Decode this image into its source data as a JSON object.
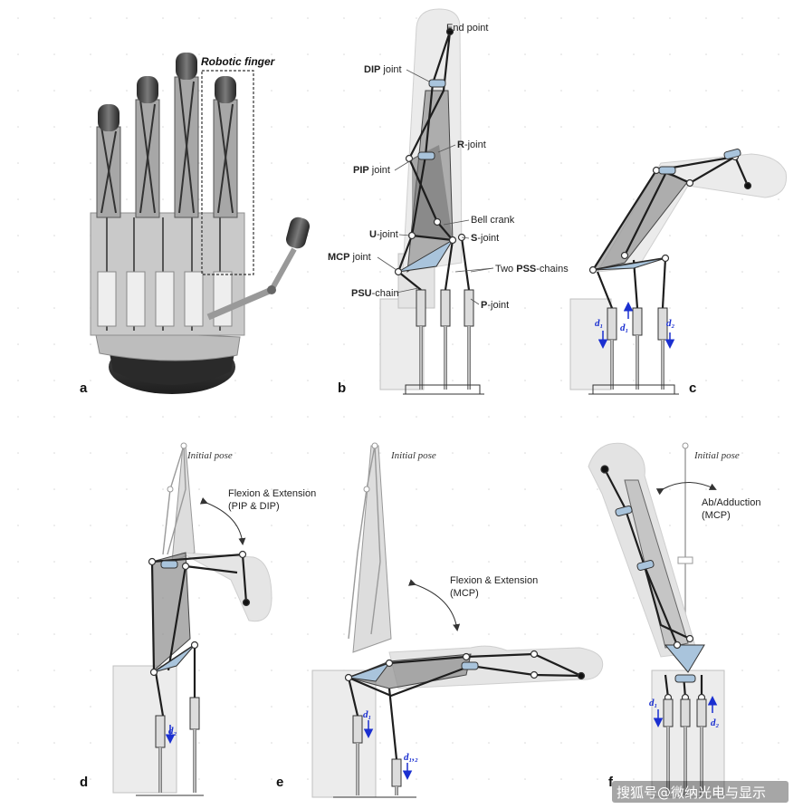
{
  "panel_letters": [
    "a",
    "b",
    "c",
    "d",
    "e",
    "f"
  ],
  "panel_a": {
    "title": "Robotic finger"
  },
  "panel_b": {
    "end_point": "End point",
    "dip_bold": "DIP",
    "dip_rest": " joint",
    "r_bold": "R",
    "r_rest": "-joint",
    "pip_bold": "PIP",
    "pip_rest": " joint",
    "bell_crank": "Bell crank",
    "u_bold": "U",
    "u_rest": "-joint",
    "s_bold": "S",
    "s_rest": "-joint",
    "mcp_bold": "MCP",
    "mcp_rest": " joint",
    "pss_pre": "Two ",
    "pss_bold": "PSS",
    "pss_rest": "-chains",
    "psu_bold": "PSU",
    "psu_rest": "-chain",
    "p_bold": "P",
    "p_rest": "-joint"
  },
  "panel_c": {
    "d1": "d₁",
    "d2": "d₂"
  },
  "panel_d": {
    "initial_pose": "Initial pose",
    "motion_line1": "Flexion & Extension",
    "motion_line2": "(PIP & DIP)",
    "d2": "d₂"
  },
  "panel_e": {
    "initial_pose": "Initial pose",
    "motion_line1": "Flexion & Extension",
    "motion_line2": "(MCP)",
    "d1": "d₁",
    "d12": "d₁,₂"
  },
  "panel_f": {
    "initial_pose": "Initial pose",
    "motion_line1": "Ab/Adduction",
    "motion_line2": "(MCP)",
    "d1": "d₁",
    "d2": "d₂"
  },
  "watermark": "搜狐号@微纳光电与显示",
  "colors": {
    "link_dark": "#1e1e1e",
    "link_grey": "#9a9a9a",
    "plate_grey": "#8c8c8c",
    "joint_blue": "#a9c4dc",
    "arrow_blue": "#1a2fd0"
  }
}
